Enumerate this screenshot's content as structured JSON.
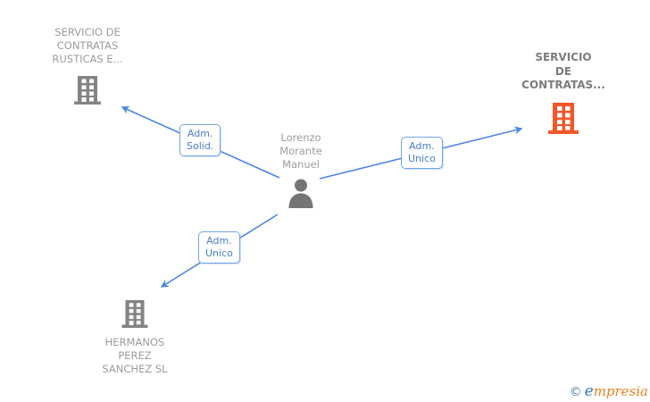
{
  "diagram_type": "corporate-relationship-graph",
  "nodes": {
    "company_top_left": {
      "label": "SERVICIO DE\nCONTRATAS\nRUSTICAS E...",
      "type": "company",
      "icon": "building-icon",
      "icon_color": "#848484",
      "label_color": "#9c9c9c"
    },
    "company_top_right": {
      "label": "SERVICIO\nDE\nCONTRATAS...",
      "type": "company",
      "icon": "building-icon",
      "icon_color": "#f4572b",
      "label_color": "#7b7b7b",
      "highlighted": true
    },
    "person_center": {
      "label": "Lorenzo\nMorante\nManuel",
      "type": "person",
      "icon": "person-icon",
      "icon_color": "#757575",
      "label_color": "#9c9c9c"
    },
    "company_bottom_left": {
      "label": "HERMANOS\nPEREZ\nSANCHEZ SL",
      "type": "company",
      "icon": "building-icon",
      "icon_color": "#848484",
      "label_color": "#9c9c9c"
    }
  },
  "edges": [
    {
      "label": "Adm.\nSolid.",
      "from": "person_center",
      "to": "company_top_left"
    },
    {
      "label": "Adm.\nUnico",
      "from": "person_center",
      "to": "company_top_right"
    },
    {
      "label": "Adm.\nUnico",
      "from": "person_center",
      "to": "company_bottom_left"
    }
  ],
  "colors": {
    "edge_line": "#4a86e4",
    "edge_label_text": "#4a7dc9",
    "edge_label_border": "#74a4e4",
    "company_icon_gray": "#848484",
    "company_icon_orange": "#f4572b",
    "person_icon_gray": "#757575",
    "logo_blue": "#2d7cb8",
    "logo_orange": "#e8821e"
  },
  "watermark": {
    "copyright": "©",
    "brand_initial": "e",
    "brand_rest": "mpresia"
  }
}
